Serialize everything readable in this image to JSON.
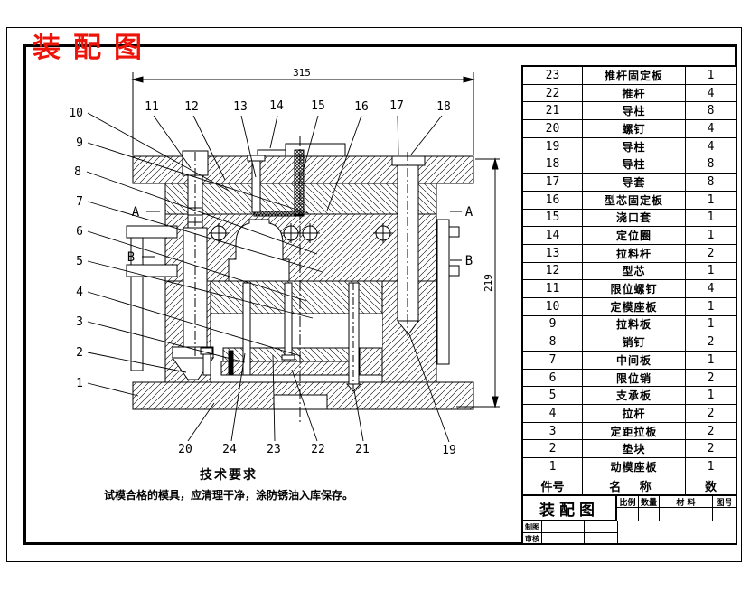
{
  "sheet_title": "装配图",
  "colors": {
    "title_red": "#ee1309",
    "line": "#000000"
  },
  "tech_requirements": {
    "title": "技术要求",
    "text": "试模合格的模具，应清理干净，涂防锈油入库保存。"
  },
  "drawing": {
    "dim_width": "315",
    "dim_height": "219",
    "section_a": "A",
    "section_b": "B",
    "top_callouts": [
      "11",
      "12",
      "13",
      "14",
      "15",
      "16",
      "17",
      "18"
    ],
    "left_callouts": [
      "10",
      "9",
      "8",
      "7",
      "6",
      "5",
      "4",
      "3",
      "2",
      "1"
    ],
    "bottom_callouts": [
      "20",
      "24",
      "23",
      "22",
      "21",
      "19"
    ]
  },
  "parts_table": {
    "header": {
      "id": "件号",
      "name": "名 称",
      "qty": "数"
    },
    "rows": [
      {
        "id": "23",
        "name": "推杆固定板",
        "qty": "1"
      },
      {
        "id": "22",
        "name": "推杆",
        "qty": "4"
      },
      {
        "id": "21",
        "name": "导柱",
        "qty": "8"
      },
      {
        "id": "20",
        "name": "螺钉",
        "qty": "4"
      },
      {
        "id": "19",
        "name": "导柱",
        "qty": "4"
      },
      {
        "id": "18",
        "name": "导柱",
        "qty": "8"
      },
      {
        "id": "17",
        "name": "导套",
        "qty": "8"
      },
      {
        "id": "16",
        "name": "型芯固定板",
        "qty": "1"
      },
      {
        "id": "15",
        "name": "浇口套",
        "qty": "1"
      },
      {
        "id": "14",
        "name": "定位圈",
        "qty": "1"
      },
      {
        "id": "13",
        "name": "拉料杆",
        "qty": "2"
      },
      {
        "id": "12",
        "name": "型芯",
        "qty": "1"
      },
      {
        "id": "11",
        "name": "限位螺钉",
        "qty": "4"
      },
      {
        "id": "10",
        "name": "定模座板",
        "qty": "1"
      },
      {
        "id": "9",
        "name": "拉料板",
        "qty": "1"
      },
      {
        "id": "8",
        "name": "销钉",
        "qty": "2"
      },
      {
        "id": "7",
        "name": "中间板",
        "qty": "1"
      },
      {
        "id": "6",
        "name": "限位销",
        "qty": "2"
      },
      {
        "id": "5",
        "name": "支承板",
        "qty": "1"
      },
      {
        "id": "4",
        "name": "拉杆",
        "qty": "2"
      },
      {
        "id": "3",
        "name": "定距拉板",
        "qty": "2"
      },
      {
        "id": "2",
        "name": "垫块",
        "qty": "2"
      },
      {
        "id": "1",
        "name": "动模座板",
        "qty": "1"
      }
    ]
  },
  "title_block": {
    "title": "装配图",
    "field_scale": "比例",
    "field_qty": "数量",
    "field_material": "材 料",
    "field_drawno": "图号",
    "row_draft": "制图",
    "row_check": "审核"
  }
}
